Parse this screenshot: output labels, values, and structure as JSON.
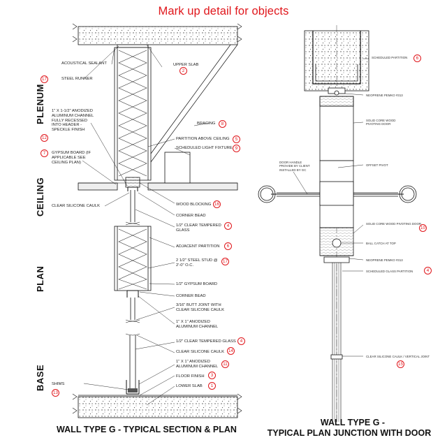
{
  "title": "Mark up detail for objects",
  "left": {
    "heading": "WALL TYPE G - TYPICAL SECTION & PLAN",
    "sections": [
      "PLENUM",
      "CEILING",
      "PLAN",
      "BASE"
    ],
    "labels": [
      {
        "text": "ACOUSTICAL SEALANT",
        "tag": ""
      },
      {
        "text": "UPPER SLAB",
        "tag": "2"
      },
      {
        "text": "STEEL RUNNER",
        "tag": "17"
      },
      {
        "text": "1\" X 1-1/2\" ANODIZED\nALUMINUM CHANNEL\nFULLY RECESSED\nINTO HEADER -\nSPECKLE FINISH",
        "tag": "12"
      },
      {
        "text": "BRACING",
        "tag": "8"
      },
      {
        "text": "GYPSUM BOARD (IF\nAPPLICABLE SEE\nCEILING PLAN)",
        "tag": "7"
      },
      {
        "text": "PARTITION ABOVE CEILING",
        "tag": "5"
      },
      {
        "text": "SCHEDULED LIGHT FIXTURE",
        "tag": "9"
      },
      {
        "text": "WOOD BLOCKING",
        "tag": "16"
      },
      {
        "text": "CLEAR SILICONE CAULK",
        "tag": ""
      },
      {
        "text": "CORNER BEAD",
        "tag": ""
      },
      {
        "text": "1/2\" CLEAR TEMPERED\nGLASS",
        "tag": "4"
      },
      {
        "text": "ADJACENT PARTITION",
        "tag": "6"
      },
      {
        "text": "2 1/2\" STEEL STUD @\n2'-0\" O.C.",
        "tag": "17"
      },
      {
        "text": "1/2\" GYPSUM BOARD",
        "tag": ""
      },
      {
        "text": "CORNER BEAD",
        "tag": ""
      },
      {
        "text": "3/16\" BUTT JOINT WITH\nCLEAR SILICONE CAULK",
        "tag": ""
      },
      {
        "text": "1\" X 1\" ANODIZED\nALUMINUM CHANNEL",
        "tag": ""
      },
      {
        "text": "1/2\" CLEAR TEMPERED GLASS",
        "tag": "4"
      },
      {
        "text": "CLEAR SILICONE CAULK",
        "tag": "14"
      },
      {
        "text": "1\" X 1\" ANODIZED\nALUMINUM CHANNEL",
        "tag": "11"
      },
      {
        "text": "FLOOR FINISH",
        "tag": "3"
      },
      {
        "text": "SHIMS",
        "tag": "13"
      },
      {
        "text": "LOWER SLAB",
        "tag": "1"
      }
    ]
  },
  "right": {
    "heading_line1": "WALL TYPE G -",
    "heading_line2": "TYPICAL PLAN JUNCTION WITH DOOR",
    "labels": [
      {
        "text": "SCHEDULED PARTITION",
        "tag": "6"
      },
      {
        "text": "NEOPRENE PEMKO #313",
        "tag": ""
      },
      {
        "text": "SOLID CORE WOOD\nPIVOTING DOOR",
        "tag": ""
      },
      {
        "text": "OFFSET PIVOT",
        "tag": ""
      },
      {
        "text": "DOOR HANDLE\nPROVIDE BY CLIENT\nINSTALLED BY GC",
        "tag": ""
      },
      {
        "text": "SOLID CORE WOOD PIVOTING DOOR",
        "tag": "10"
      },
      {
        "text": "BALL CATCH AT TOP",
        "tag": ""
      },
      {
        "text": "NEOPRENE PEMKO #313",
        "tag": ""
      },
      {
        "text": "SCHEDULED GLASS PARTITION",
        "tag": "4"
      },
      {
        "text": "CLEAR SILICONE CAULK / VERTICAL JOINT",
        "tag": "15"
      }
    ]
  },
  "colors": {
    "markup": "#e0161b",
    "ink": "#111111"
  }
}
